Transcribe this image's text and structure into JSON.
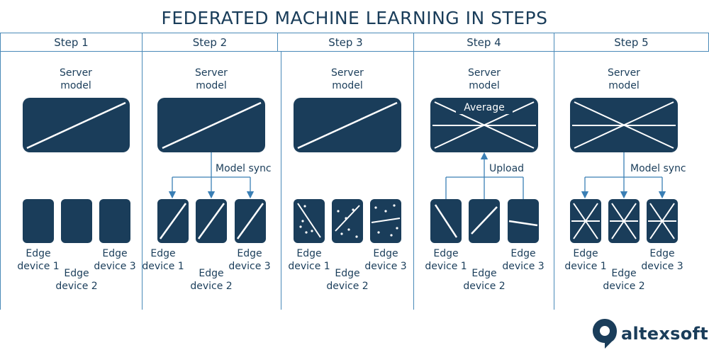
{
  "title": "FEDERATED MACHINE LEARNING IN STEPS",
  "steps": [
    {
      "header": "Step 1",
      "server": "Server\nmodel"
    },
    {
      "header": "Step 2",
      "server": "Server\nmodel",
      "flow": "Model sync"
    },
    {
      "header": "Step 3",
      "server": "Server\nmodel"
    },
    {
      "header": "Step 4",
      "server": "Server\nmodel",
      "server_text": "Average",
      "flow": "Upload"
    },
    {
      "header": "Step 5",
      "server": "Server\nmodel",
      "flow": "Model sync"
    }
  ],
  "devices": [
    "Edge\ndevice 1",
    "Edge\ndevice 2",
    "Edge\ndevice 3"
  ],
  "brand": "altexsoft",
  "colors": {
    "dark": "#1a3d5a",
    "border": "#4a8ab8",
    "accent": "#3a7fb5"
  }
}
